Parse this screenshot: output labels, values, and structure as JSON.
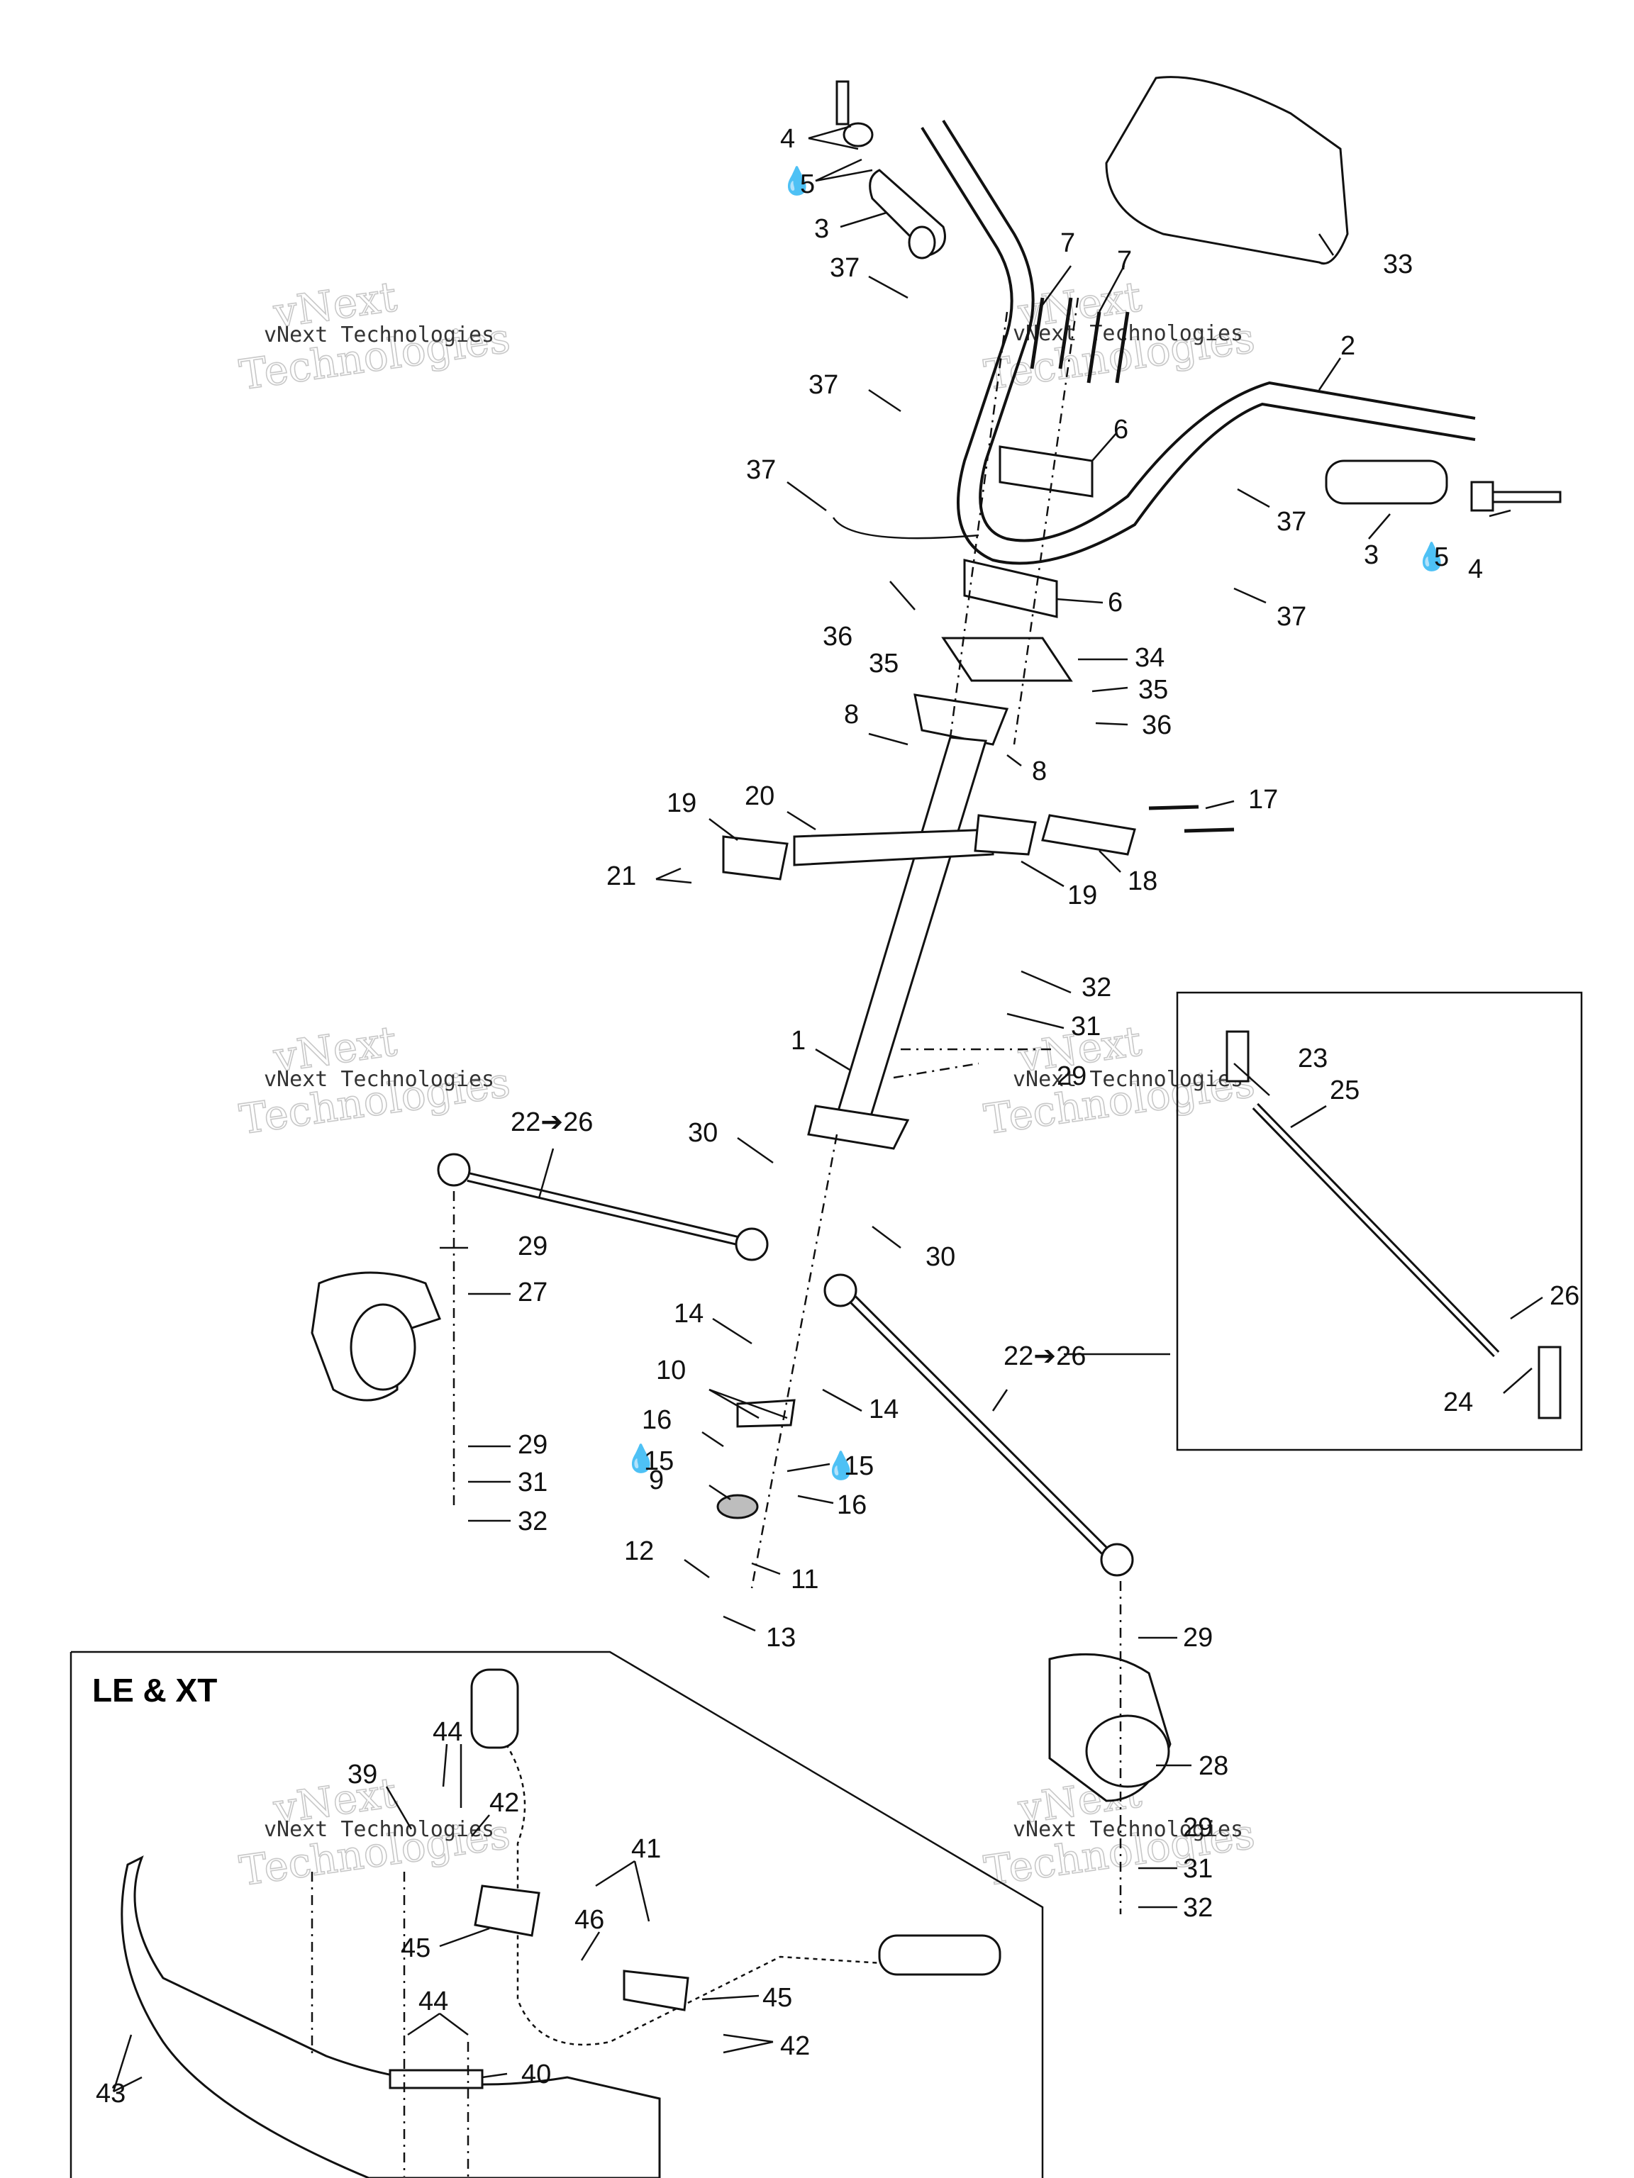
{
  "watermark": {
    "line1": "vNext",
    "line2": "Technologies",
    "small": "vNext Technologies"
  },
  "inset_title": "LE & XT",
  "callouts": [
    {
      "id": "c4a",
      "text": "4"
    },
    {
      "id": "c5a",
      "text": "5"
    },
    {
      "id": "c3a",
      "text": "3"
    },
    {
      "id": "c37a",
      "text": "37"
    },
    {
      "id": "c37b",
      "text": "37"
    },
    {
      "id": "c37c",
      "text": "37"
    },
    {
      "id": "c7a",
      "text": "7"
    },
    {
      "id": "c7b",
      "text": "7"
    },
    {
      "id": "c33",
      "text": "33"
    },
    {
      "id": "c2",
      "text": "2"
    },
    {
      "id": "c6a",
      "text": "6"
    },
    {
      "id": "c6b",
      "text": "6"
    },
    {
      "id": "c37d",
      "text": "37"
    },
    {
      "id": "c37e",
      "text": "37"
    },
    {
      "id": "c3b",
      "text": "3"
    },
    {
      "id": "c5b",
      "text": "5"
    },
    {
      "id": "c4b",
      "text": "4"
    },
    {
      "id": "c36a",
      "text": "36"
    },
    {
      "id": "c35a",
      "text": "35"
    },
    {
      "id": "c34",
      "text": "34"
    },
    {
      "id": "c35b",
      "text": "35"
    },
    {
      "id": "c36b",
      "text": "36"
    },
    {
      "id": "c8a",
      "text": "8"
    },
    {
      "id": "c8b",
      "text": "8"
    },
    {
      "id": "c19a",
      "text": "19"
    },
    {
      "id": "c20",
      "text": "20"
    },
    {
      "id": "c17",
      "text": "17"
    },
    {
      "id": "c21",
      "text": "21"
    },
    {
      "id": "c19b",
      "text": "19"
    },
    {
      "id": "c18",
      "text": "18"
    },
    {
      "id": "c32a",
      "text": "32"
    },
    {
      "id": "c31a",
      "text": "31"
    },
    {
      "id": "c1",
      "text": "1"
    },
    {
      "id": "c29a",
      "text": "29"
    },
    {
      "id": "c23",
      "text": "23"
    },
    {
      "id": "c25",
      "text": "25"
    },
    {
      "id": "c26",
      "text": "26"
    },
    {
      "id": "c24",
      "text": "24"
    },
    {
      "id": "c22a",
      "text": "22➔26"
    },
    {
      "id": "c30a",
      "text": "30"
    },
    {
      "id": "c30b",
      "text": "30"
    },
    {
      "id": "c29b",
      "text": "29"
    },
    {
      "id": "c27",
      "text": "27"
    },
    {
      "id": "c14a",
      "text": "14"
    },
    {
      "id": "c10",
      "text": "10"
    },
    {
      "id": "c14b",
      "text": "14"
    },
    {
      "id": "c22b",
      "text": "22➔26"
    },
    {
      "id": "c16a",
      "text": "16"
    },
    {
      "id": "c15a",
      "text": "15"
    },
    {
      "id": "c15b",
      "text": "15"
    },
    {
      "id": "c16b",
      "text": "16"
    },
    {
      "id": "c9",
      "text": "9"
    },
    {
      "id": "c29c",
      "text": "29"
    },
    {
      "id": "c31b",
      "text": "31"
    },
    {
      "id": "c32b",
      "text": "32"
    },
    {
      "id": "c12",
      "text": "12"
    },
    {
      "id": "c11",
      "text": "11"
    },
    {
      "id": "c13",
      "text": "13"
    },
    {
      "id": "c29d",
      "text": "29"
    },
    {
      "id": "c28",
      "text": "28"
    },
    {
      "id": "c29e",
      "text": "29"
    },
    {
      "id": "c31c",
      "text": "31"
    },
    {
      "id": "c32c",
      "text": "32"
    },
    {
      "id": "c44a",
      "text": "44"
    },
    {
      "id": "c39",
      "text": "39"
    },
    {
      "id": "c42a",
      "text": "42"
    },
    {
      "id": "c41",
      "text": "41"
    },
    {
      "id": "c46",
      "text": "46"
    },
    {
      "id": "c45a",
      "text": "45"
    },
    {
      "id": "c45b",
      "text": "45"
    },
    {
      "id": "c44b",
      "text": "44"
    },
    {
      "id": "c42b",
      "text": "42"
    },
    {
      "id": "c43",
      "text": "43"
    },
    {
      "id": "c40",
      "text": "40"
    }
  ],
  "icons": {
    "lubricant": "oil-drop-icon"
  }
}
